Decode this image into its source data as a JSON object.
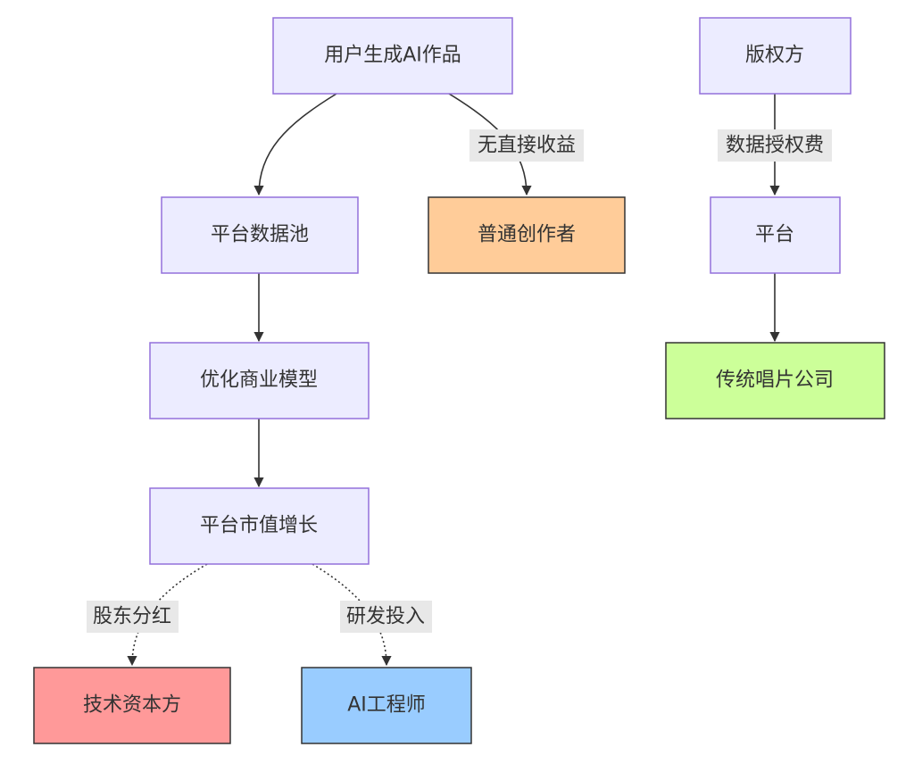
{
  "colors": {
    "default_fill": "#ececff",
    "default_stroke": "#9370db",
    "creator_fill": "#ffcc99",
    "record_company_fill": "#ccff99",
    "capital_fill": "#ff9999",
    "engineer_fill": "#99ccff",
    "dark_stroke": "#333333",
    "edge_label_bg": "#e8e8e8"
  },
  "nodes": {
    "user_ai_works": "用户生成AI作品",
    "platform_data_pool": "平台数据池",
    "ordinary_creator": "普通创作者",
    "optimize_business_model": "优化商业模型",
    "platform_market_value": "平台市值增长",
    "tech_capital": "技术资本方",
    "ai_engineer": "AI工程师",
    "copyright_holder": "版权方",
    "platform": "平台",
    "traditional_record_company": "传统唱片公司"
  },
  "edges": {
    "no_direct_income": "无直接收益",
    "data_license_fee": "数据授权费",
    "shareholder_dividend": "股东分红",
    "rd_investment": "研发投入"
  }
}
